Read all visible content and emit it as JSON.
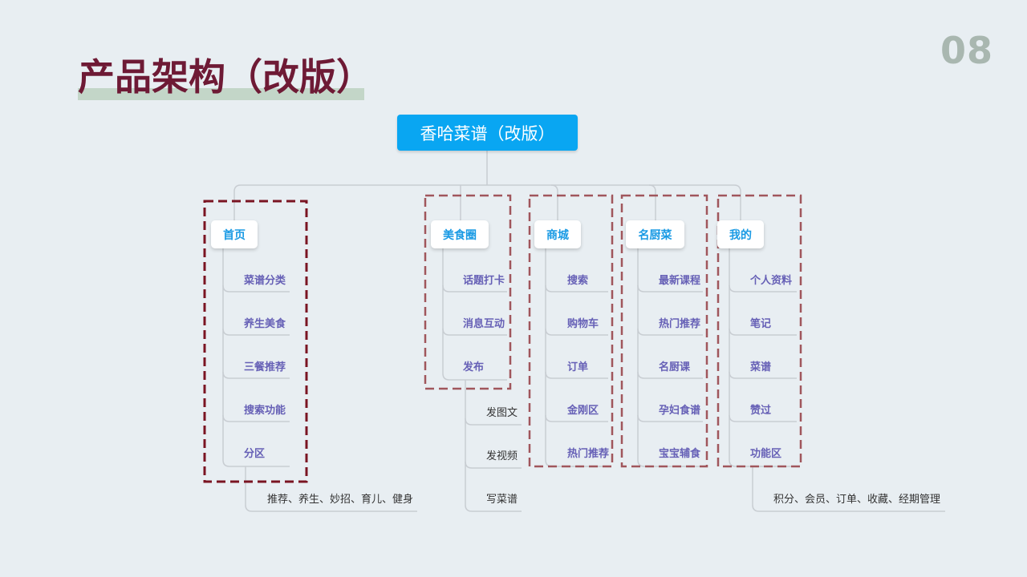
{
  "slide_number": "08",
  "title": "产品架构（改版）",
  "root": "香哈菜谱（改版）",
  "modules": {
    "home": {
      "label": "首页",
      "items": [
        "菜谱分类",
        "养生美食",
        "三餐推荐",
        "搜索功能",
        "分区"
      ],
      "sub_label": "推荐、养生、妙招、育儿、健身"
    },
    "food_circle": {
      "label": "美食圈",
      "items": [
        "话题打卡",
        "消息互动",
        "发布"
      ],
      "publish_items": [
        "发图文",
        "发视频",
        "写菜谱"
      ]
    },
    "mall": {
      "label": "商城",
      "items": [
        "搜索",
        "购物车",
        "订单",
        "金刚区",
        "热门推荐"
      ]
    },
    "chef": {
      "label": "名厨菜",
      "items": [
        "最新课程",
        "热门推荐",
        "名厨课",
        "孕妇食谱",
        "宝宝辅食"
      ]
    },
    "mine": {
      "label": "我的",
      "items": [
        "个人资料",
        "笔记",
        "菜谱",
        "赞过",
        "功能区"
      ],
      "sub_label": "积分、会员、订单、收藏、经期管理"
    }
  },
  "colors": {
    "background": "#e8eef2",
    "title": "#6e1a35",
    "title_underline": "#c3d6c8",
    "root_fill": "#09a6f2",
    "category_text": "#199ae4",
    "item_text": "#6660b6",
    "connector": "#c8cdd2",
    "dashed_box_dark": "#7a1422",
    "dashed_box_light": "#a0565c"
  }
}
